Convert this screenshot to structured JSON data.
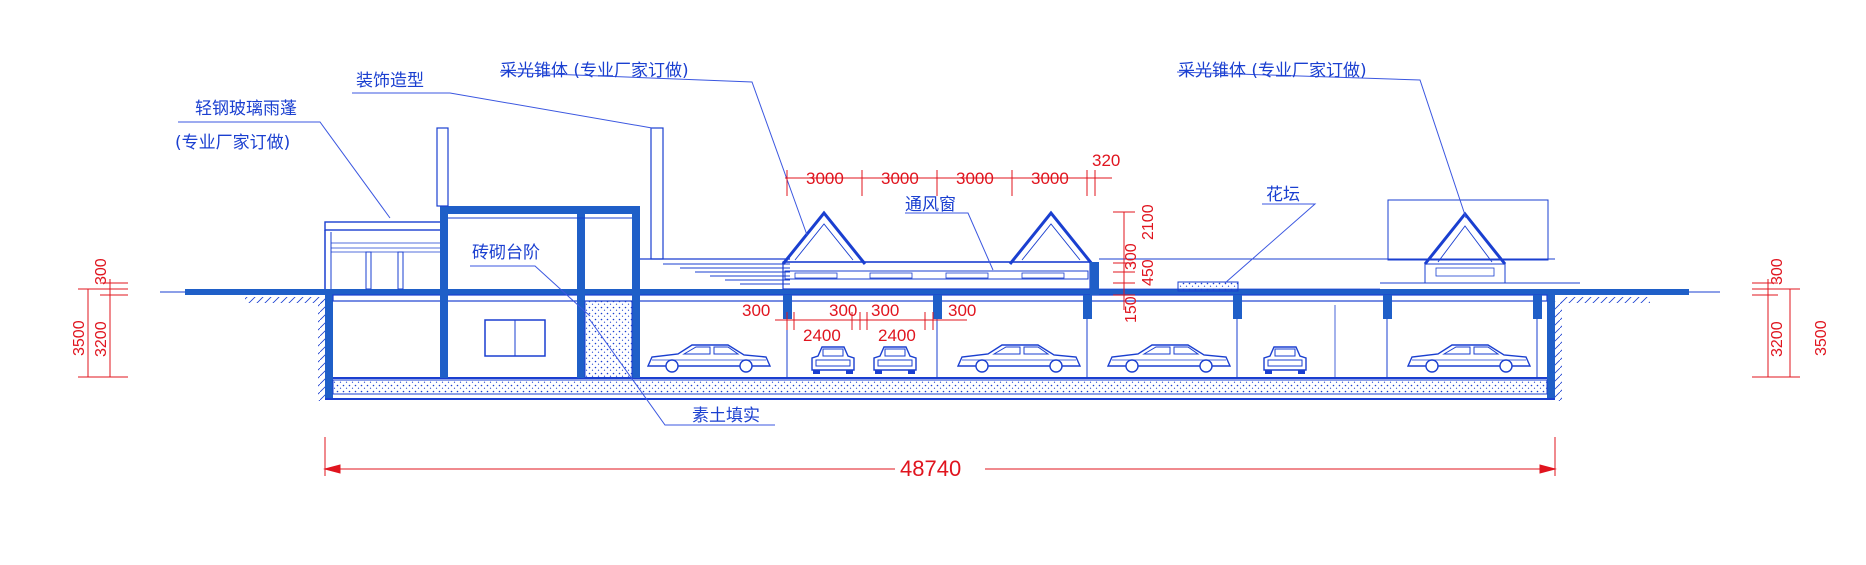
{
  "colors": {
    "structure": "#1a3fd0",
    "thin_line": "#3b57e0",
    "dimension": "#e0141e",
    "fill": "#1f5fc8"
  },
  "labels": {
    "canopy_line1": "轻钢玻璃雨蓬",
    "canopy_line2": "(专业厂家订做)",
    "decor": "装饰造型",
    "skylight_left": "采光锥体 (专业厂家订做)",
    "skylight_right": "采光锥体 (专业厂家订做)",
    "vent_window": "通风窗",
    "flower_bed": "花坛",
    "brick_steps": "砖砌台阶",
    "backfill": "素土填实"
  },
  "dimensions": {
    "top_spans": [
      "3000",
      "3000",
      "3000",
      "3000",
      "320"
    ],
    "vertical_right_of_skylight": [
      "2100",
      "300",
      "450",
      "150"
    ],
    "car_bays": [
      "300",
      "2400",
      "300",
      "300",
      "2400",
      "300"
    ],
    "left_elevation": {
      "total": "3500",
      "slab": "300",
      "clear": "3200"
    },
    "right_elevation": {
      "total": "3500",
      "slab": "300",
      "clear": "3200"
    },
    "overall_length": "48740"
  },
  "cars": [
    {
      "view": "side"
    },
    {
      "view": "front"
    },
    {
      "view": "front"
    },
    {
      "view": "side"
    },
    {
      "view": "side"
    },
    {
      "view": "front"
    },
    {
      "view": "side"
    }
  ]
}
